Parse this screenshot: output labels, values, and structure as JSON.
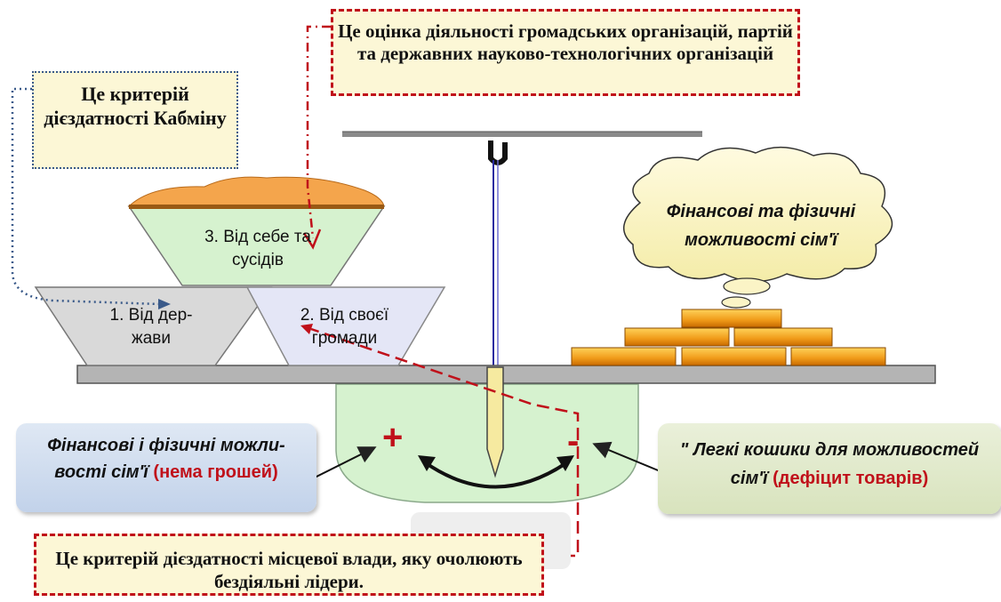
{
  "notes": {
    "cabinet": "Це критерій дієздатності Кабміну",
    "organizations": "Це оцінка діяльності громадських організацій, партій та державних науково-технологічних організацій",
    "local": "Це критерій дієздатності місцевої влади, яку очолюють бездіяльні лідери."
  },
  "baskets": {
    "state_line1": "1. Від дер-",
    "state_line2": "жави",
    "community_line1": "2. Від своєї",
    "community_line2": "громади",
    "self_line1": "3. Від себе та",
    "self_line2": "сусідів"
  },
  "cloud": "Фінансові та фізичні можливості сім'ї",
  "scale": {
    "plus": "+",
    "minus": "-"
  },
  "boxes": {
    "left_text": "Фінансові і фізичні можли-вості сім'ї",
    "left_red": "(нема грошей)",
    "right_text": "\" Легкі кошики для можливостей сім'ї",
    "right_red": "(дефіцит товарів)"
  },
  "colors": {
    "red": "#c0101a",
    "gold": "#f0a020",
    "green_dial": "#d6f2cf"
  }
}
